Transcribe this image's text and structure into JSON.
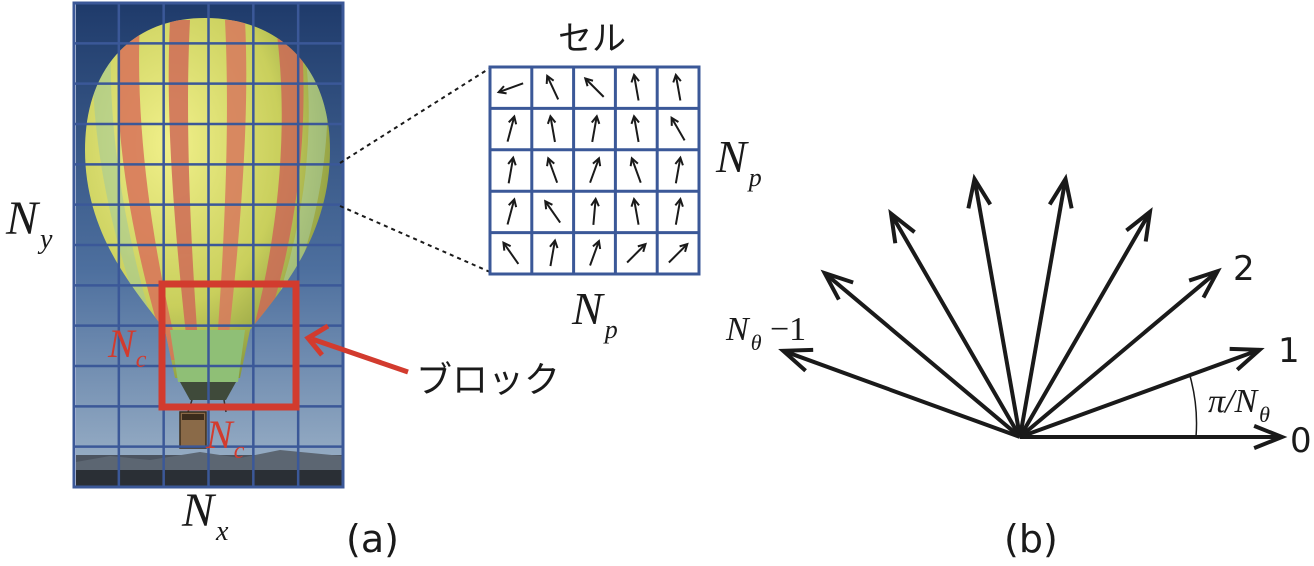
{
  "panel_a": {
    "label": "(a)",
    "grid_label_x": {
      "base": "N",
      "sub": "x"
    },
    "grid_label_y": {
      "base": "N",
      "sub": "y"
    },
    "block_size_h": {
      "base": "N",
      "sub": "c"
    },
    "block_size_v": {
      "base": "N",
      "sub": "c"
    },
    "block_label": "ブロック",
    "cell_title": "セル",
    "cell_size_right": {
      "base": "N",
      "sub": "p"
    },
    "cell_size_bottom": {
      "base": "N",
      "sub": "p"
    },
    "cell_orientations_deg": [
      [
        200,
        115,
        135,
        100,
        100
      ],
      [
        75,
        100,
        80,
        100,
        120
      ],
      [
        80,
        110,
        70,
        110,
        80
      ],
      [
        75,
        125,
        85,
        100,
        80
      ],
      [
        125,
        80,
        70,
        45,
        45
      ]
    ],
    "colors": {
      "grid": "#3b5898",
      "block": "#d23b2e",
      "ink": "#1a1a1a"
    }
  },
  "panel_b": {
    "label": "(b)",
    "bin_directions_deg": [
      0,
      20,
      40,
      60,
      80,
      100,
      120,
      140,
      160
    ],
    "labels": {
      "bin0": "0",
      "bin1": "1",
      "bin2": "2",
      "binlast": {
        "base": "N",
        "sub": "θ",
        "suffix": " −1"
      },
      "angle": {
        "pre": "π/",
        "base": "N",
        "sub": "θ"
      }
    }
  }
}
